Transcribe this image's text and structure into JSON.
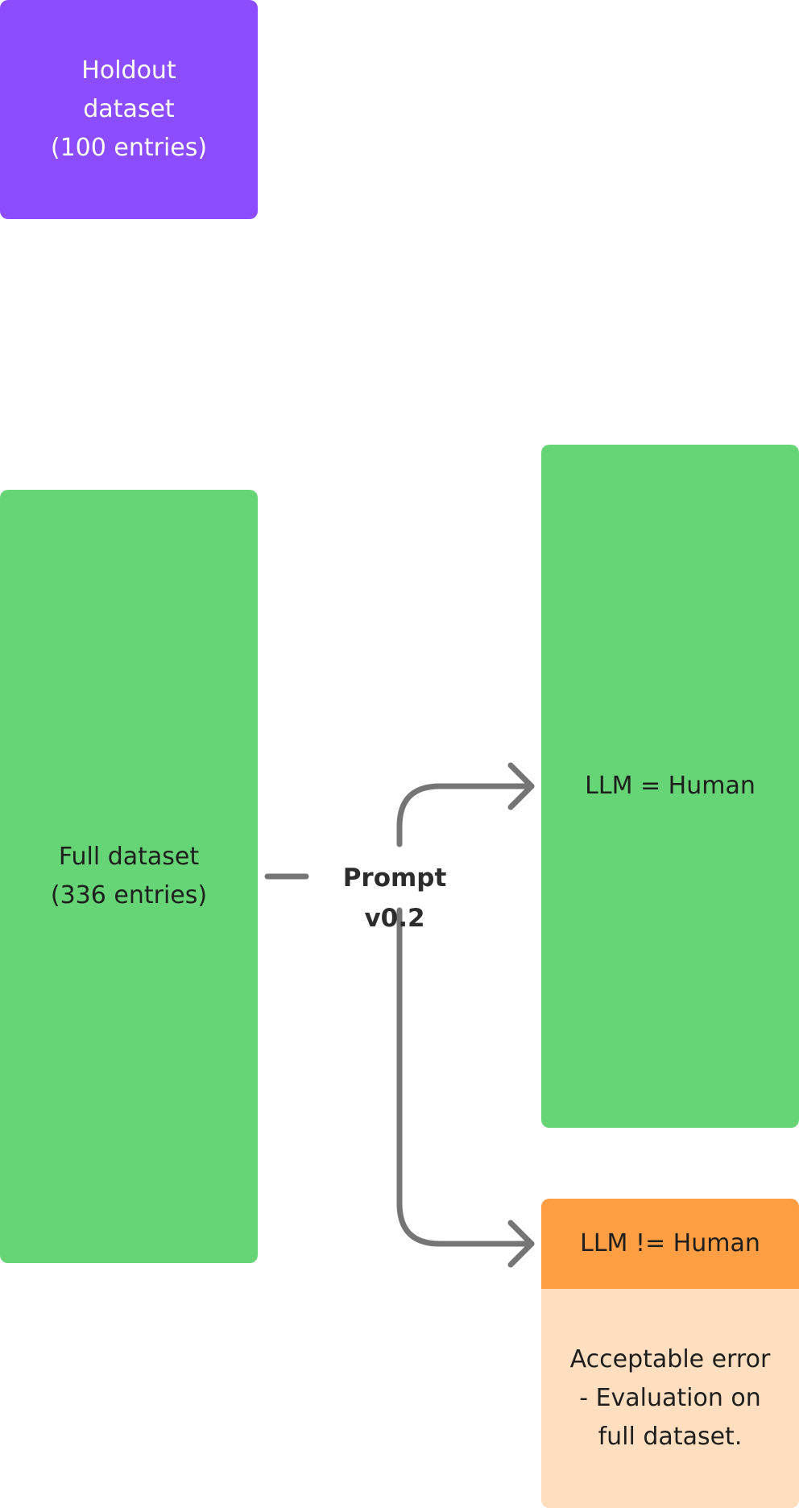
{
  "holdout": {
    "line1": "Holdout",
    "line2": "dataset",
    "line3": "(100 entries)"
  },
  "full": {
    "line1": "Full dataset",
    "line2": "(336 entries)"
  },
  "prompt": {
    "label": "Prompt v0.2"
  },
  "match": {
    "label": "LLM = Human"
  },
  "mismatch": {
    "label": "LLM != Human"
  },
  "note": {
    "line1": "Acceptable error",
    "line2": "- Evaluation on",
    "line3": "full dataset."
  },
  "colors": {
    "holdout": "#8b4dff",
    "full": "#66d575",
    "match": "#66d575",
    "mismatch": "#ff9e42",
    "note": "#ffdfc0",
    "connector": "#757575"
  }
}
